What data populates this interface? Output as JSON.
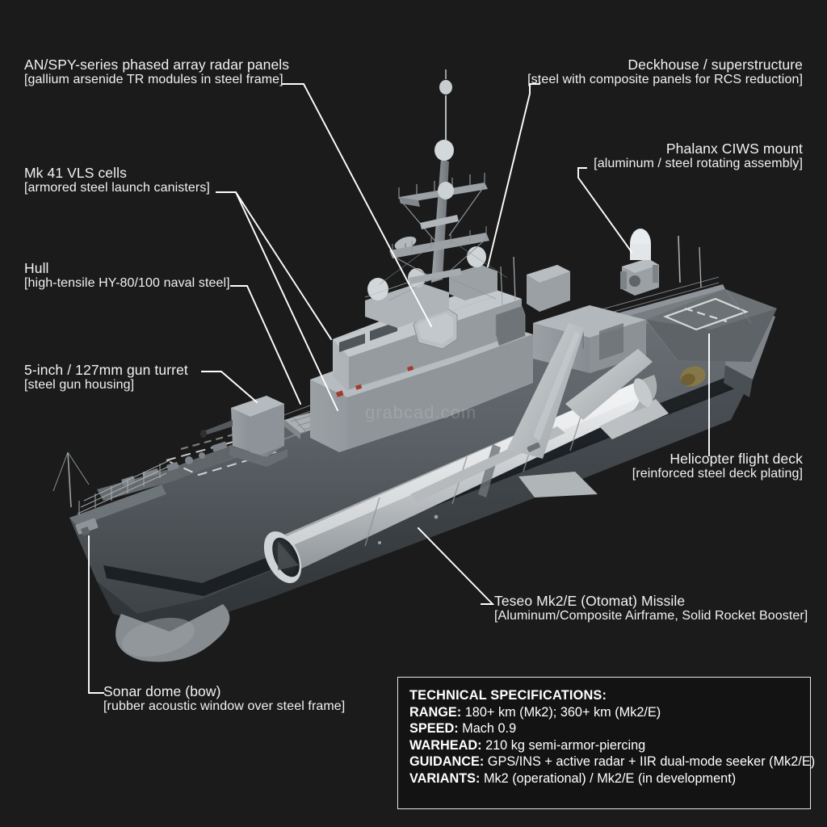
{
  "diagram": {
    "title": "Teseo Mk2/E (Otomat) Missile on guided-missile destroyer",
    "background_color": "#1b1b1b",
    "line_color": "#ffffff",
    "text_color": "#f2f2f2",
    "watermark": "grabcad.com"
  },
  "callouts": [
    {
      "id": "radar-panels",
      "title": "AN/SPY-series phased array radar panels",
      "subtitle": "[gallium arsenide TR modules in steel frame]",
      "side": "left"
    },
    {
      "id": "deckhouse",
      "title": "Deckhouse / superstructure",
      "subtitle": "[steel with composite panels for RCS reduction]",
      "side": "right"
    },
    {
      "id": "ciws",
      "title": "Phalanx CIWS mount",
      "subtitle": "[aluminum / steel rotating assembly]",
      "side": "right"
    },
    {
      "id": "vls",
      "title": "Mk 41 VLS cells",
      "subtitle": "[armored steel launch canisters]",
      "side": "left"
    },
    {
      "id": "hull",
      "title": "Hull",
      "subtitle": "[high-tensile HY-80/100 naval steel]",
      "side": "left"
    },
    {
      "id": "gun-turret",
      "title": "5-inch / 127mm gun turret",
      "subtitle": "[steel gun housing]",
      "side": "left"
    },
    {
      "id": "flight-deck",
      "title": "Helicopter flight deck",
      "subtitle": "[reinforced steel deck plating]",
      "side": "right"
    },
    {
      "id": "missile",
      "title": "Teseo Mk2/E (Otomat) Missile",
      "subtitle": "[Aluminum/Composite Airframe, Solid Rocket Booster]",
      "side": "left"
    },
    {
      "id": "sonar-dome",
      "title": "Sonar dome (bow)",
      "subtitle": "[rubber acoustic window over steel frame]",
      "side": "left"
    }
  ],
  "specs": {
    "heading": "TECHNICAL SPECIFICATIONS:",
    "rows": [
      {
        "key": "RANGE:",
        "value": " 180+ km (Mk2); 360+ km (Mk2/E)"
      },
      {
        "key": "SPEED:",
        "value": " Mach 0.9"
      },
      {
        "key": "WARHEAD:",
        "value": " 210 kg semi-armor-piercing"
      },
      {
        "key": "GUIDANCE:",
        "value": " GPS/INS + active radar + IIR dual-mode seeker (Mk2/E)"
      },
      {
        "key": "VARIANTS:",
        "value": " Mk2 (operational) / Mk2/E (in development)"
      }
    ]
  }
}
